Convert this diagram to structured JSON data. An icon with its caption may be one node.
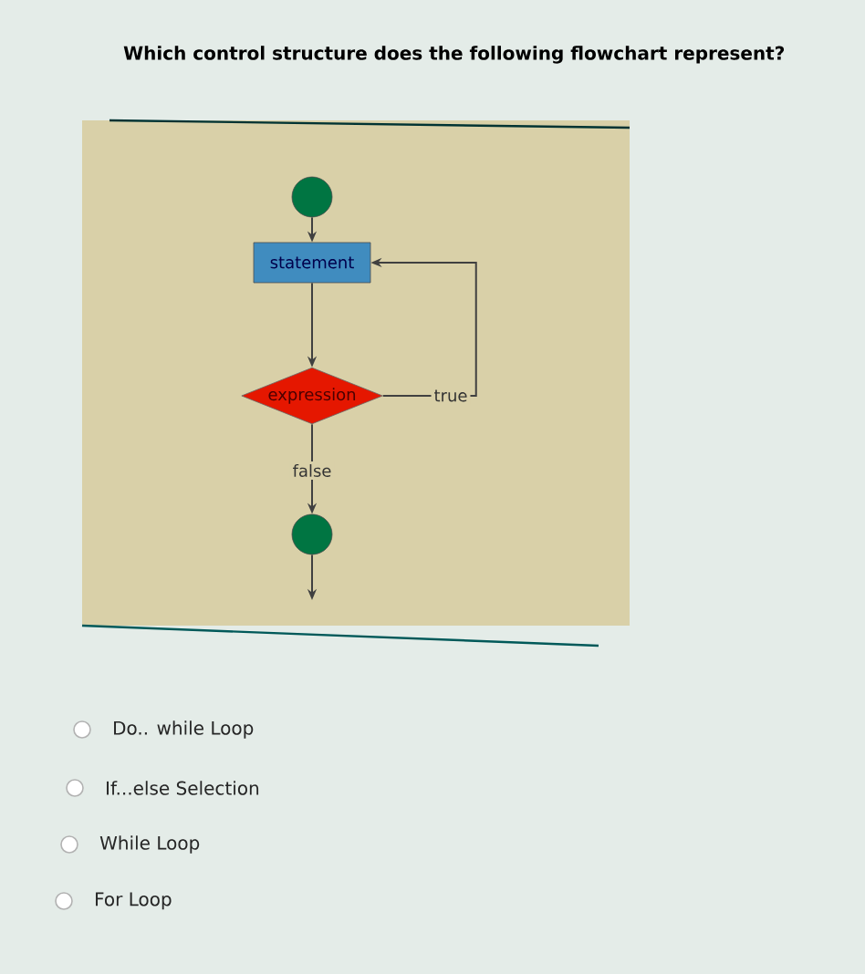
{
  "diagram": {
    "title": "Which control structure does the following flowchart represent?",
    "nodes": [
      {
        "text": [],
        "shape": "circle"
      },
      {
        "text": [
          "statement"
        ]
      },
      {
        "text": [
          "expression"
        ]
      },
      {
        "text": [],
        "shape": "circle"
      }
    ],
    "edges": [
      {
        "from": 0,
        "to": 1,
        "arrow": "to"
      },
      {
        "from": 1,
        "to": 2,
        "arrow": "to"
      },
      {
        "from": 2,
        "to": 1,
        "arrow": "to",
        "label": "true"
      },
      {
        "from": 2,
        "to": 3,
        "arrow": "to",
        "label": "false"
      },
      {
        "from": 3,
        "to": null,
        "arrow": "to"
      }
    ],
    "labels": [
      "Do.. while Loop",
      "If...else Selection",
      "While Loop",
      "For Loop"
    ]
  }
}
